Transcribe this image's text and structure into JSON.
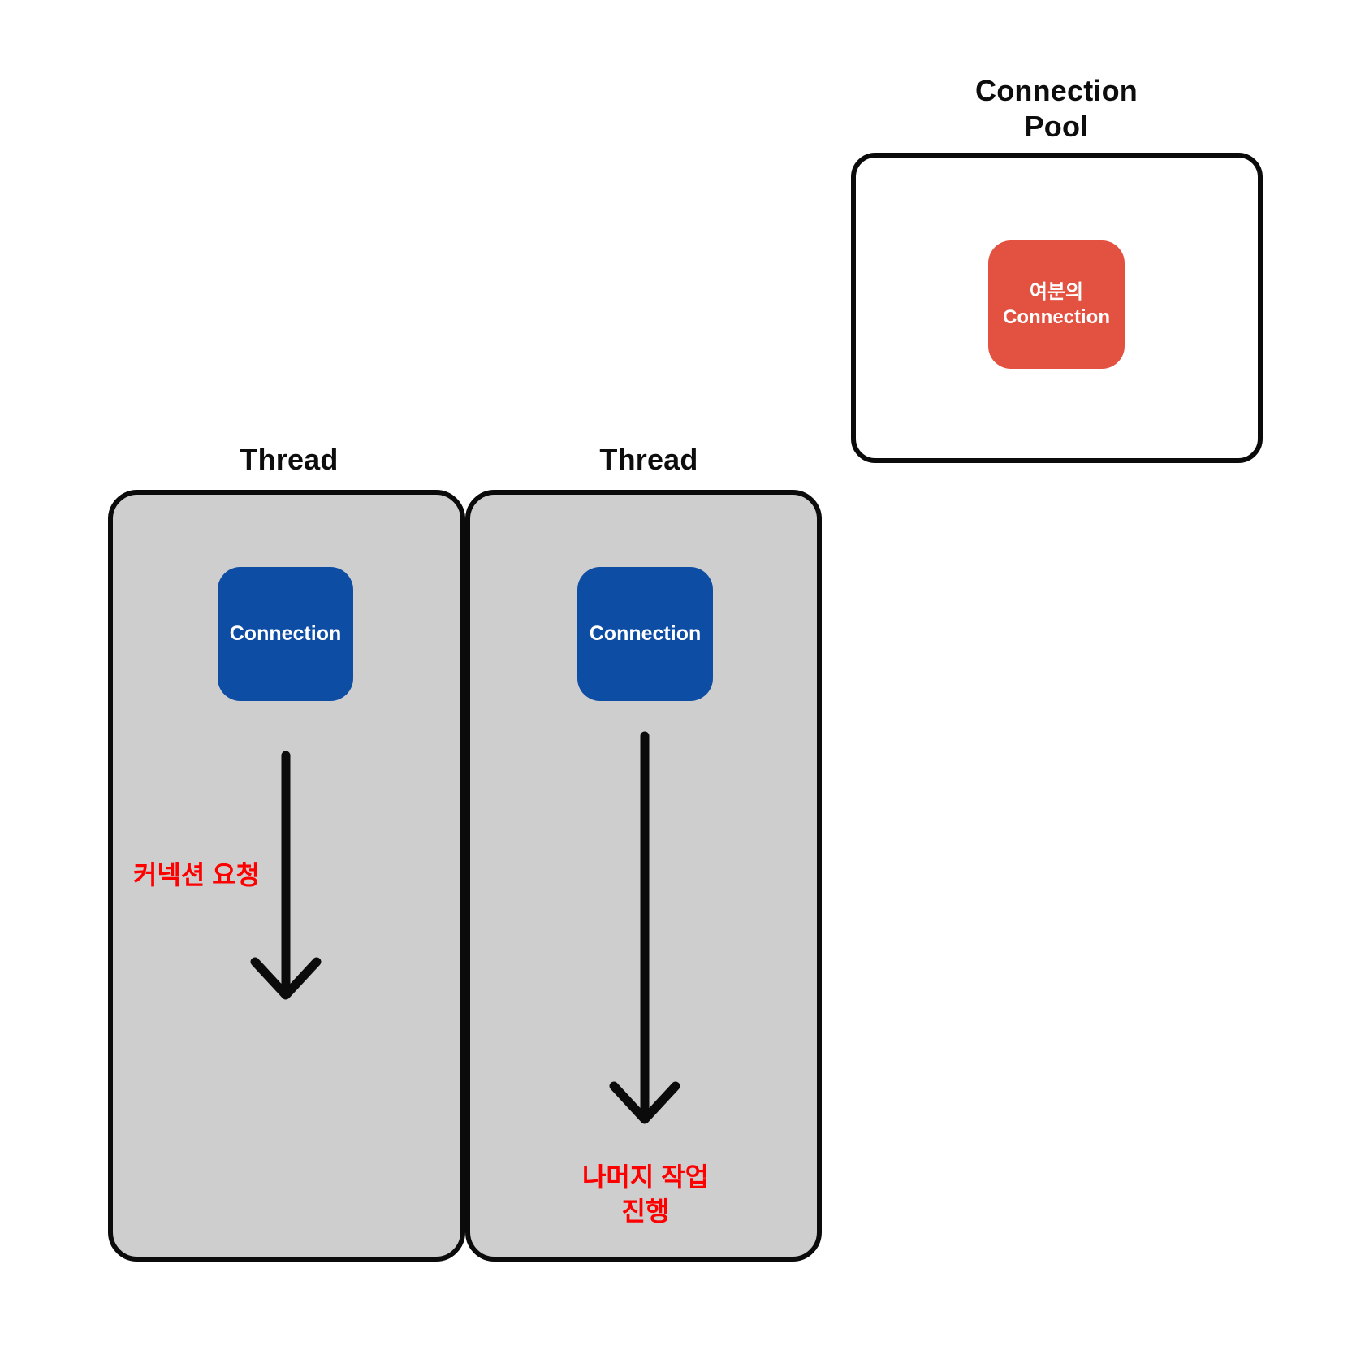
{
  "colors": {
    "thread_fill": "#cecece",
    "connection_blue": "#0e4da4",
    "spare_red": "#e35140",
    "annotation_red": "#ff0000",
    "outline_black": "#0b0b0b"
  },
  "connection_pool": {
    "title_line1": "Connection",
    "title_line2": "Pool",
    "spare_node": {
      "line1": "여분의",
      "line2": "Connection"
    }
  },
  "threads": [
    {
      "label": "Thread",
      "connection_label": "Connection",
      "annotation_line1": "커넥션 요청",
      "annotation_line2": ""
    },
    {
      "label": "Thread",
      "connection_label": "Connection",
      "annotation_line1": "나머지 작업",
      "annotation_line2": "진행"
    }
  ]
}
